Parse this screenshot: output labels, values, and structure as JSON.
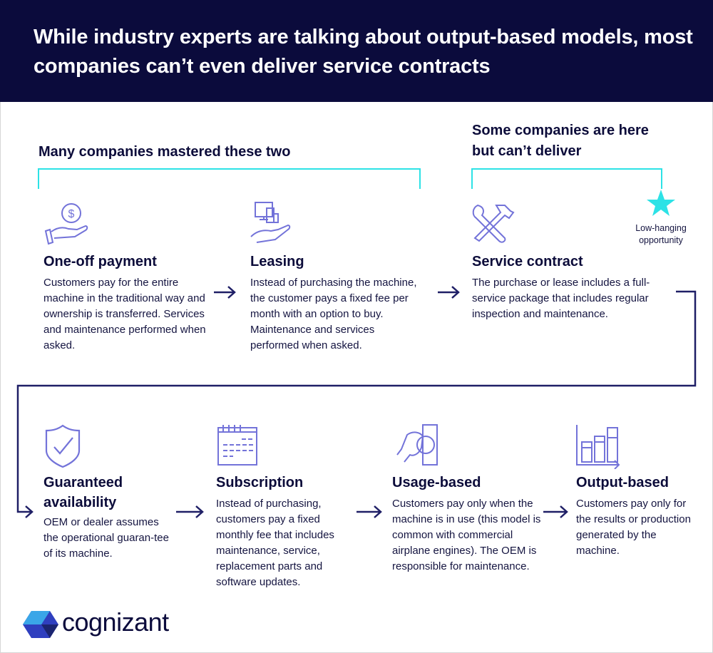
{
  "header": {
    "title": "While industry experts are talking about output-based models, most companies can’t even deliver service contracts"
  },
  "groups": {
    "mastered": "Many companies mastered these two",
    "cant_deliver": "Some companies are here but can’t deliver"
  },
  "badge": {
    "label": "Low-hanging opportunity",
    "icon": "star-icon"
  },
  "models": [
    {
      "title": "One-off payment",
      "desc": "Customers pay for the entire machine in the traditional way and ownership is transferred. Services and maintenance performed when asked.",
      "icon": "hand-dollar-icon"
    },
    {
      "title": "Leasing",
      "desc": "Instead of purchasing the machine, the customer pays a fixed fee per month with an option to buy. Maintenance and services performed when asked.",
      "icon": "hand-devices-icon"
    },
    {
      "title": "Service contract",
      "desc": "The purchase or lease includes a full-service package that includes regular inspection and maintenance.",
      "icon": "tools-icon"
    },
    {
      "title": "Guaranteed availability",
      "desc": "OEM or dealer assumes the operational guaran-tee of its machine.",
      "icon": "shield-check-icon"
    },
    {
      "title": "Subscription",
      "desc": "Instead of purchasing, customers pay a fixed monthly fee that includes maintenance, service, replacement parts and software updates.",
      "icon": "calendar-icon"
    },
    {
      "title": "Usage-based",
      "desc": "Customers pay only when the machine is in use (this model is common with commercial airplane engines). The OEM is responsible for maintenance.",
      "icon": "hand-card-icon"
    },
    {
      "title": "Output-based",
      "desc": "Customers pay only for the results or production generated by the machine.",
      "icon": "bar-chart-icon"
    }
  ],
  "logo": {
    "text": "cognizant"
  },
  "colors": {
    "navy": "#0b0b3c",
    "cyan": "#2de2e6",
    "icon": "#7373d9"
  }
}
